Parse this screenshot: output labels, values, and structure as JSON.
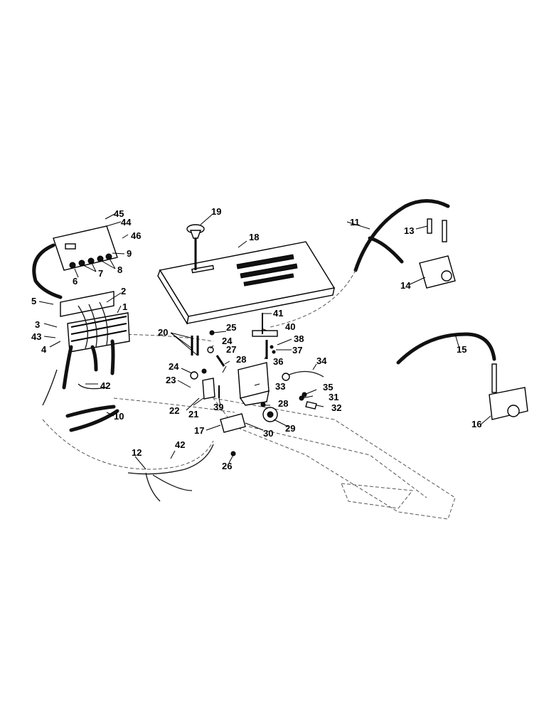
{
  "callouts": [
    {
      "id": "c1",
      "text": "1"
    },
    {
      "id": "c2",
      "text": "2"
    },
    {
      "id": "c3",
      "text": "3"
    },
    {
      "id": "c4",
      "text": "4"
    },
    {
      "id": "c5",
      "text": "5"
    },
    {
      "id": "c6",
      "text": "6"
    },
    {
      "id": "c7",
      "text": "7"
    },
    {
      "id": "c8",
      "text": "8"
    },
    {
      "id": "c9",
      "text": "9"
    },
    {
      "id": "c10",
      "text": "10"
    },
    {
      "id": "c11",
      "text": "11"
    },
    {
      "id": "c12",
      "text": "12"
    },
    {
      "id": "c13",
      "text": "13"
    },
    {
      "id": "c14",
      "text": "14"
    },
    {
      "id": "c15",
      "text": "15"
    },
    {
      "id": "c16",
      "text": "16"
    },
    {
      "id": "c17",
      "text": "17"
    },
    {
      "id": "c18",
      "text": "18"
    },
    {
      "id": "c19",
      "text": "19"
    },
    {
      "id": "c20",
      "text": "20"
    },
    {
      "id": "c21",
      "text": "21"
    },
    {
      "id": "c22",
      "text": "22"
    },
    {
      "id": "c23",
      "text": "23"
    },
    {
      "id": "c24a",
      "text": "24"
    },
    {
      "id": "c24b",
      "text": "24"
    },
    {
      "id": "c25",
      "text": "25"
    },
    {
      "id": "c26",
      "text": "26"
    },
    {
      "id": "c27",
      "text": "27"
    },
    {
      "id": "c28a",
      "text": "28"
    },
    {
      "id": "c28b",
      "text": "28"
    },
    {
      "id": "c29",
      "text": "29"
    },
    {
      "id": "c30",
      "text": "30"
    },
    {
      "id": "c31",
      "text": "31"
    },
    {
      "id": "c32",
      "text": "32"
    },
    {
      "id": "c33",
      "text": "33"
    },
    {
      "id": "c34",
      "text": "34"
    },
    {
      "id": "c35",
      "text": "35"
    },
    {
      "id": "c36",
      "text": "36"
    },
    {
      "id": "c37",
      "text": "37"
    },
    {
      "id": "c38",
      "text": "38"
    },
    {
      "id": "c39",
      "text": "39"
    },
    {
      "id": "c40",
      "text": "40"
    },
    {
      "id": "c41",
      "text": "41"
    },
    {
      "id": "c42a",
      "text": "42"
    },
    {
      "id": "c42b",
      "text": "42"
    },
    {
      "id": "c43",
      "text": "43"
    },
    {
      "id": "c44",
      "text": "44"
    },
    {
      "id": "c45",
      "text": "45"
    },
    {
      "id": "c46",
      "text": "46"
    }
  ]
}
